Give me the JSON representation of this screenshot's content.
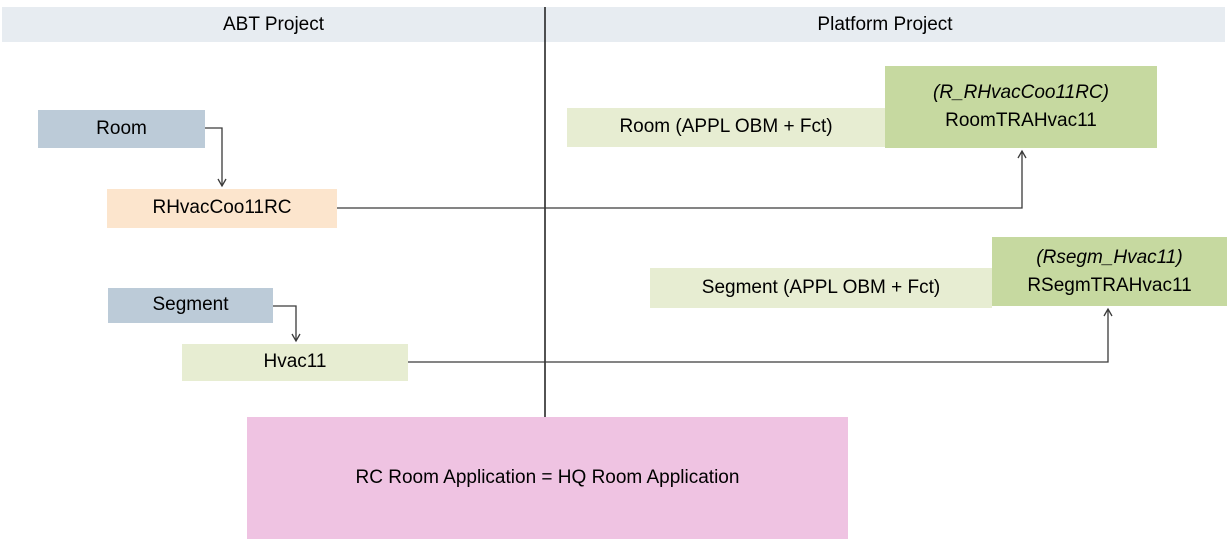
{
  "header": {
    "left_title": "ABT Project",
    "right_title": "Platform Project"
  },
  "abt_project": {
    "room_label": "Room",
    "room_rule_label": "RHvacCoo11RC",
    "segment_label": "Segment",
    "segment_rule_label": "Hvac11"
  },
  "platform_project": {
    "room_appl_label": "Room (APPL OBM + Fct)",
    "room_alias": "(R_RHvacCoo11RC)",
    "room_name": "RoomTRAHvac11",
    "segment_appl_label": "Segment (APPL OBM + Fct)",
    "segment_alias": "(Rsegm_Hvac11)",
    "segment_name": "RSegmTRAHvac11"
  },
  "note": {
    "text": "RC Room Application = HQ Room Application"
  },
  "colors": {
    "header_bg": "#e7ecf1",
    "entity_bg": "#bccbd8",
    "rule_bg": "#fce5cd",
    "appl_bg": "#e7edd2",
    "target_bg": "#c6d9a0",
    "note_bg": "#efc3e2",
    "line": "#3a3a3a"
  }
}
